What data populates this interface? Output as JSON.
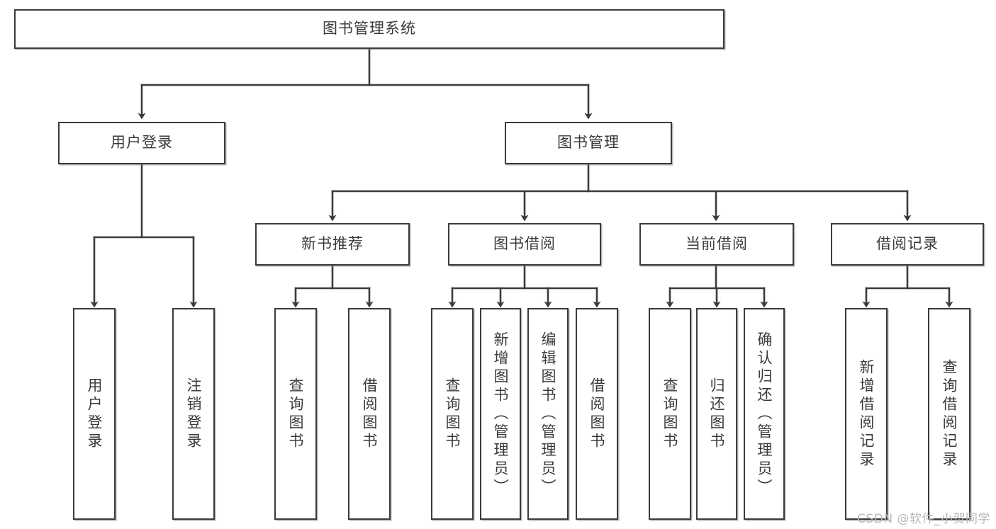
{
  "diagram": {
    "title": "图书管理系统",
    "root": {
      "label": "图书管理系统"
    },
    "level2": [
      {
        "label": "用户登录"
      },
      {
        "label": "图书管理"
      }
    ],
    "level3": [
      {
        "label": "新书推荐"
      },
      {
        "label": "图书借阅"
      },
      {
        "label": "当前借阅"
      },
      {
        "label": "借阅记录"
      }
    ],
    "leaves": {
      "user_login": [
        {
          "label": "用户登录"
        },
        {
          "label": "注销登录"
        }
      ],
      "new_book_recommend": [
        {
          "label": "查询图书"
        },
        {
          "label": "借阅图书"
        }
      ],
      "book_borrow": [
        {
          "label": "查询图书"
        },
        {
          "label": "新增图书（管理员）"
        },
        {
          "label": "编辑图书（管理员）"
        },
        {
          "label": "借阅图书"
        }
      ],
      "current_borrow": [
        {
          "label": "查询图书"
        },
        {
          "label": "归还图书"
        },
        {
          "label": "确认归还（管理员）"
        }
      ],
      "borrow_record": [
        {
          "label": "新增借阅记录"
        },
        {
          "label": "查询借阅记录"
        }
      ]
    }
  },
  "watermark": {
    "text": "CSDN @软件_小贺同学"
  },
  "colors": {
    "stroke": "#3b3b3b",
    "text": "#3a3a3a",
    "background": "#ffffff",
    "watermark": "#b9b9b9"
  }
}
